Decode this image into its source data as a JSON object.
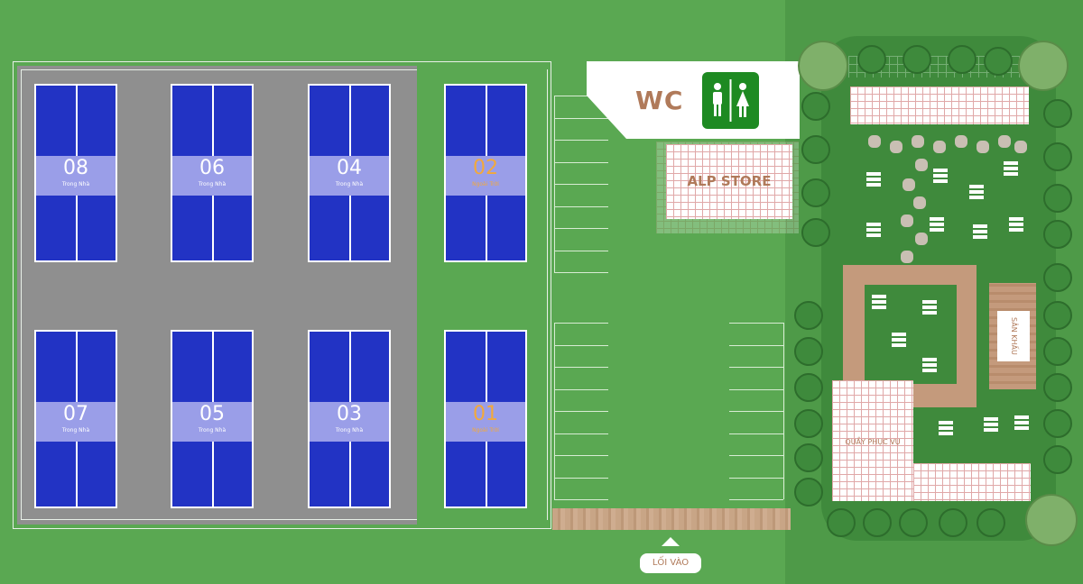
{
  "courts": [
    {
      "number": "08",
      "label": "Trong Nhà",
      "type": "indoor"
    },
    {
      "number": "06",
      "label": "Trong Nhà",
      "type": "indoor"
    },
    {
      "number": "04",
      "label": "Trong Nhà",
      "type": "indoor"
    },
    {
      "number": "02",
      "label": "Ngoài Trời",
      "type": "outdoor"
    },
    {
      "number": "07",
      "label": "Trong Nhà",
      "type": "indoor"
    },
    {
      "number": "05",
      "label": "Trong Nhà",
      "type": "indoor"
    },
    {
      "number": "03",
      "label": "Trong Nhà",
      "type": "indoor"
    },
    {
      "number": "01",
      "label": "Ngoài Trời",
      "type": "outdoor"
    }
  ],
  "facilities": {
    "wc": "WC",
    "store": "ALP STORE",
    "stage": "SÂN KHẤU",
    "service_counter": "QUẦY PHỤC VỤ",
    "entrance": "LỐI VÀO"
  },
  "icons": {
    "restroom": "restroom-icon",
    "entrance": "arrow-up-icon"
  },
  "colors": {
    "grass": "#5aa852",
    "indoor_floor": "#8f8f8f",
    "court_blue": "#2233c4",
    "court_band": "#9a9ee8",
    "outdoor_label": "#f3a93a",
    "wc_text": "#b07a5a",
    "wc_icon_bg": "#1e8a22",
    "wood": "#c49a7c"
  }
}
